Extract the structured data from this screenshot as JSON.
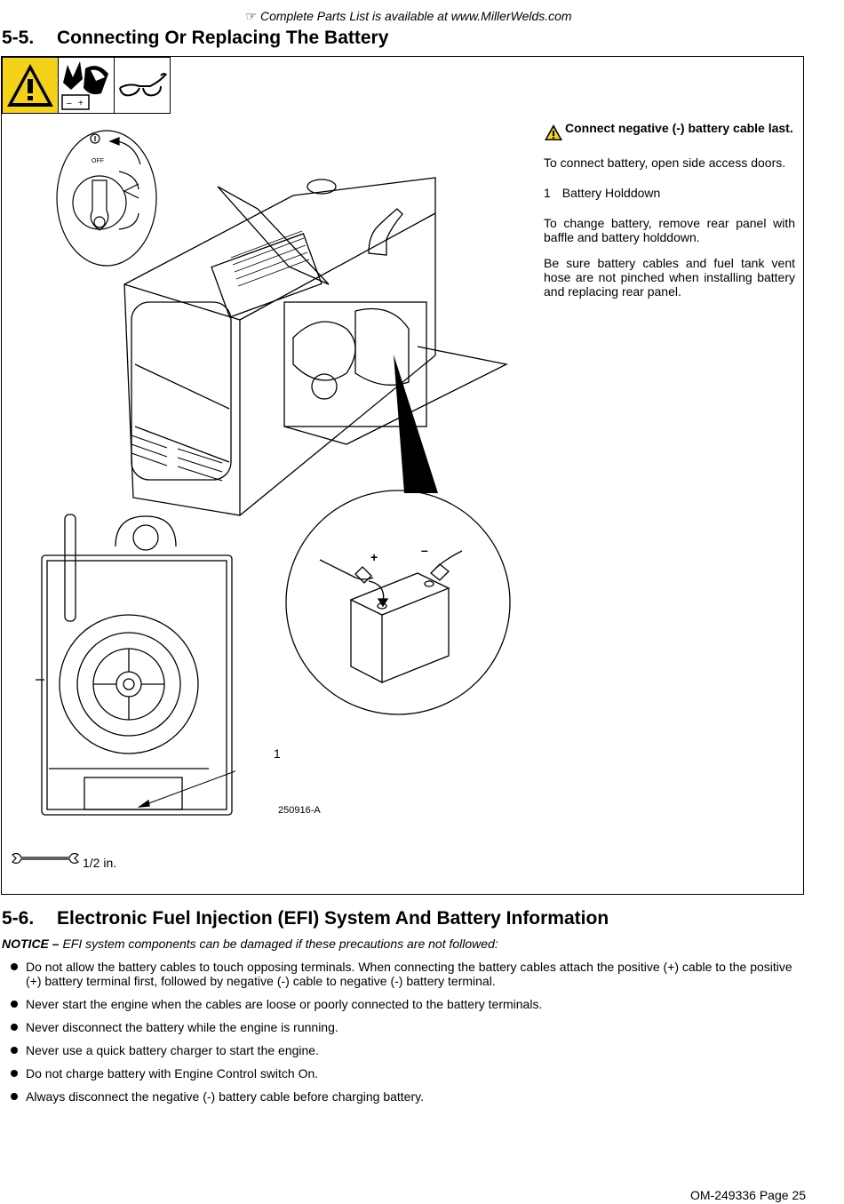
{
  "header": {
    "note": "Complete Parts List is available at www.MillerWelds.com"
  },
  "section_5_5": {
    "number": "5-5.",
    "title": "Connecting Or Replacing The Battery",
    "warning": "Connect negative (-) battery cable last.",
    "p1": "To connect battery, open side access doors.",
    "item_num": "1",
    "item_label": "Battery Holddown",
    "p2": "To change battery, remove rear panel with baffle and battery holddown.",
    "p3": "Be sure battery cables and fuel tank vent hose are not pinched when installing battery and replacing rear panel.",
    "plus_label": "+",
    "minus_label": "–",
    "callout_1": "1",
    "off_label": "OFF",
    "art_id": "250916-A",
    "tool_size": "1/2 in."
  },
  "section_5_6": {
    "number": "5-6.",
    "title": "Electronic Fuel Injection (EFI) System And Battery Information",
    "notice_label": "NOTICE –",
    "notice_text": " EFI system components can be damaged if these precautions are not followed:",
    "bullets": [
      "Do not allow the battery cables to touch opposing terminals. When connecting the battery cables attach the positive (+) cable to the positive (+) battery terminal first, followed by negative (-) cable to negative (-) battery terminal.",
      "Never start the engine when the cables are loose or poorly connected to the battery terminals.",
      "Never disconnect the battery while the engine is running.",
      "Never use a quick battery charger to start the engine.",
      "Do not charge battery with Engine Control switch On.",
      "Always disconnect the negative (-) battery cable before charging battery."
    ]
  },
  "footer": {
    "page": "OM-249336 Page 25"
  },
  "colors": {
    "warning_yellow": "#f4d217"
  }
}
